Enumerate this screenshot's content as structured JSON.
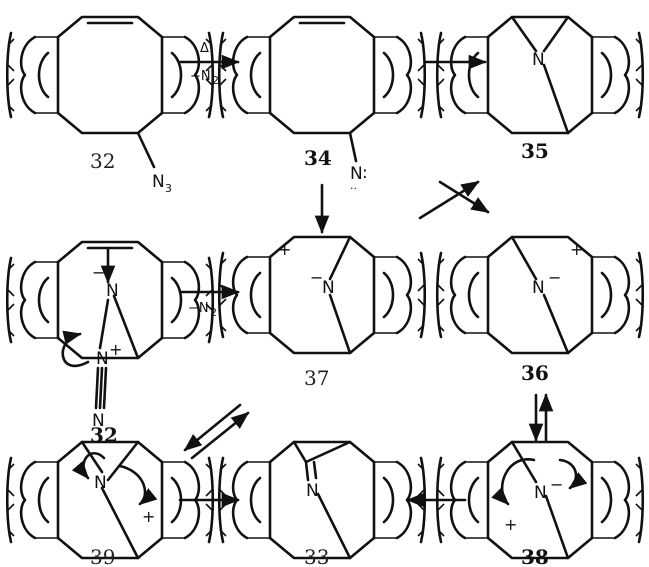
{
  "compounds": {
    "c32_top": {
      "label": "32",
      "substituent": "N",
      "substituent_sub": "3"
    },
    "c34": {
      "label": "34",
      "atom": "N",
      "dots": ":",
      "dots_below": ".."
    },
    "c35": {
      "label": "35",
      "atom": "N"
    },
    "c32_mid": {
      "label": "32",
      "atom_top": "N",
      "atom_mid": "N",
      "atom_bot": "N",
      "minus": "−",
      "plus": "+"
    },
    "c37": {
      "label": "37",
      "atom": "N",
      "minus": "−",
      "plus": "+"
    },
    "c36": {
      "label": "36",
      "atom": "N",
      "minus": "−",
      "plus": "+"
    },
    "c39": {
      "label": "39",
      "atom": "N",
      "plus": "+"
    },
    "c33": {
      "label": "33",
      "atom": "N"
    },
    "c38": {
      "label": "38",
      "atom": "N",
      "minus": "−",
      "plus": "+"
    }
  },
  "conditions": {
    "top_arrow_above": "Δ",
    "top_arrow_below": "−N",
    "top_arrow_below_sub": "2",
    "mid_arrow_below": "−N",
    "mid_arrow_below_sub": "2"
  }
}
